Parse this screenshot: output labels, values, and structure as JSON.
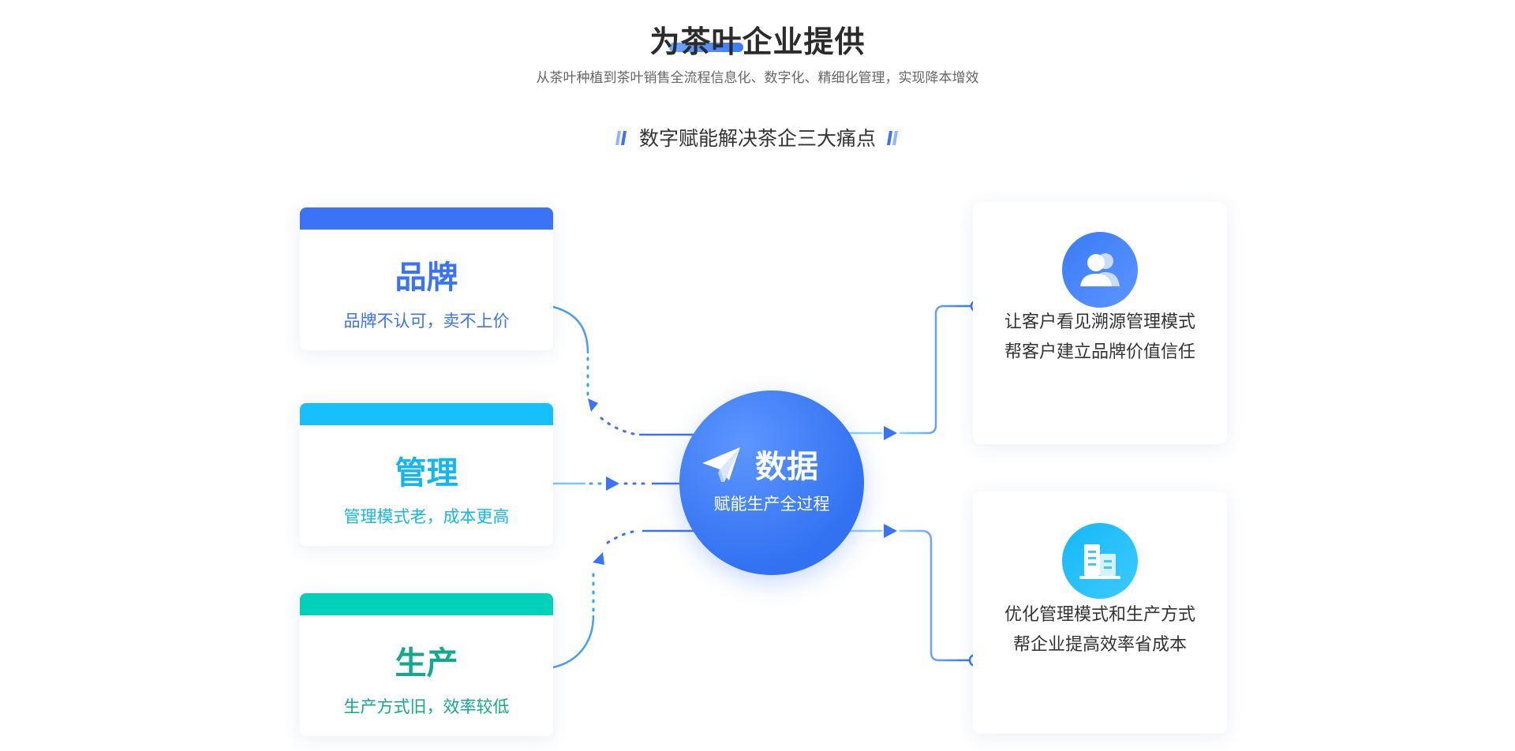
{
  "header": {
    "title": "为茶叶企业提供",
    "subtitle": "从茶叶种植到茶叶销售全流程信息化、数字化、精细化管理，实现降本增效",
    "section_title": "数字赋能解决茶企三大痛点"
  },
  "pain_points": [
    {
      "title": "品牌",
      "desc": "品牌不认可，卖不上价",
      "color": "#3a73f7"
    },
    {
      "title": "管理",
      "desc": "管理模式老，成本更高",
      "color": "#14b6ee",
      "bar_color": "#15c0fb"
    },
    {
      "title": "生产",
      "desc": "生产方式旧，效率较低",
      "color": "#12a98c",
      "bar_color": "#00d1b8"
    }
  ],
  "hub": {
    "title": "数据",
    "subtitle": "赋能生产全过程",
    "icon": "paper-plane-icon"
  },
  "outcomes": [
    {
      "icon": "users-icon",
      "lines": [
        "让客户看见溯源管理模式",
        "帮客户建立品牌价值信任"
      ]
    },
    {
      "icon": "buildings-icon",
      "lines": [
        "优化管理模式和生产方式",
        "帮企业提高效率省成本"
      ]
    }
  ],
  "colors": {
    "brand_blue": "#3a73f7",
    "sky_blue": "#15c0fb",
    "teal": "#00d1b8"
  }
}
